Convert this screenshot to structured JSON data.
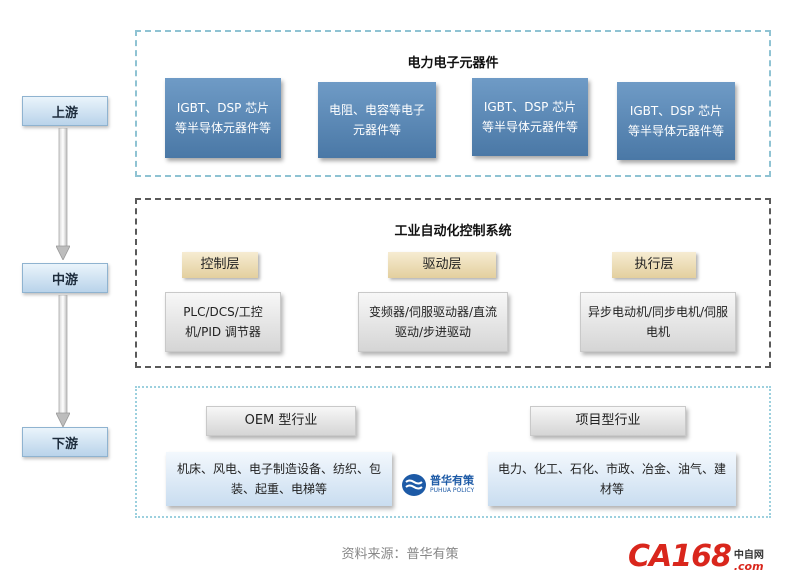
{
  "stages": {
    "upstream": "上游",
    "midstream": "中游",
    "downstream": "下游"
  },
  "upstream": {
    "title": "电力电子元器件",
    "boxes": [
      "IGBT、DSP 芯片等半导体元器件等",
      "电阻、电容等电子元器件等",
      "IGBT、DSP 芯片等半导体元器件等",
      "IGBT、DSP 芯片等半导体元器件等"
    ]
  },
  "midstream": {
    "title": "工业自动化控制系统",
    "layers": [
      {
        "label": "控制层",
        "content": "PLC/DCS/工控机/PID 调节器"
      },
      {
        "label": "驱动层",
        "content": "变频器/伺服驱动器/直流驱动/步进驱动"
      },
      {
        "label": "执行层",
        "content": "异步电动机/同步电机/伺服电机"
      }
    ]
  },
  "downstream": {
    "oem_title": "OEM 型行业",
    "oem_content": "机床、风电、电子制造设备、纺织、包装、起重、电梯等",
    "project_title": "项目型行业",
    "project_content": "电力、化工、石化、市政、冶金、油气、建材等"
  },
  "watermark": {
    "cn": "普华有策",
    "en": "PUHUA POLICY"
  },
  "source": "资料来源：普华有策",
  "logo": {
    "main": "CA168",
    "cn": "中自网",
    "domain": ".com"
  },
  "colors": {
    "blue_box": "#4a78a6",
    "tan_label": "#e3cf9e",
    "logo_red": "#d9261c"
  }
}
